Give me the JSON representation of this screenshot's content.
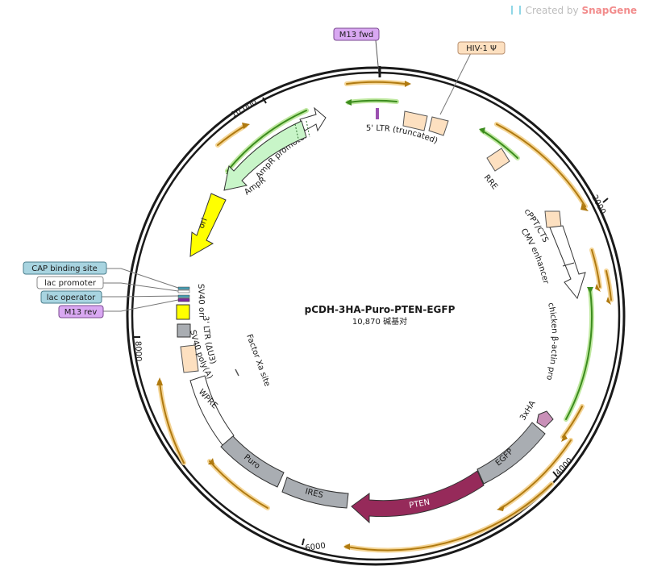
{
  "watermark": {
    "prefix": "Created by",
    "brand": "SnapGene"
  },
  "plasmid": {
    "name": "pCDH-3HA-Puro-PTEN-EGFP",
    "size_label": "10,870 碱基对",
    "length_bp": 10870
  },
  "ticks": [
    {
      "label": "2000",
      "bp": 2000
    },
    {
      "label": "4000",
      "bp": 4000
    },
    {
      "label": "6000",
      "bp": 6000
    },
    {
      "label": "8000",
      "bp": 8000
    },
    {
      "label": "10,000",
      "bp": 10000
    }
  ],
  "features": {
    "m13_fwd": "M13 fwd",
    "hiv_psi": "HIV-1 Ψ",
    "ltr5": "5' LTR (truncated)",
    "ampr_promoter": "AmpR promoter",
    "ampr": "AmpR",
    "ori": "ori",
    "rre": "RRE",
    "cppt": "cPPT/CTS",
    "cmv": "CMV enhancer",
    "chicken": "chicken β-actin promoter",
    "ha": "3xHA",
    "egfp": "EGFP",
    "pten": "PTEN",
    "ires": "IRES",
    "puro": "Puro",
    "wpre": "WPRE",
    "ltr3": "3' LTR (ΔU3)",
    "sv40pa": "SV40 poly(A) signal",
    "sv40ori": "SV40 ori",
    "factor_xa": "Factor Xa site",
    "cap": "CAP binding site",
    "lac_promoter": "lac promoter",
    "lac_operator": "lac operator",
    "m13_rev": "M13 rev"
  },
  "colors": {
    "ring": "#1a1a1a",
    "orf_orange": "#b07a10",
    "orf_glow": "#f3d08a",
    "primer_green": "#3c8c1e",
    "primer_glow": "#bfe8a0",
    "ampr_fill": "#c8f5c8",
    "ori_fill": "#ffff00",
    "ltr_fill": "#fde0c0",
    "grey_fill": "#a9adb2",
    "pten_fill": "#962a5a",
    "ha_fill": "#c990b8",
    "m13_label_bg": "#d9a8f2",
    "lac_label_bg": "#a8d4e0",
    "hiv_label_bg": "#fde0c0"
  }
}
